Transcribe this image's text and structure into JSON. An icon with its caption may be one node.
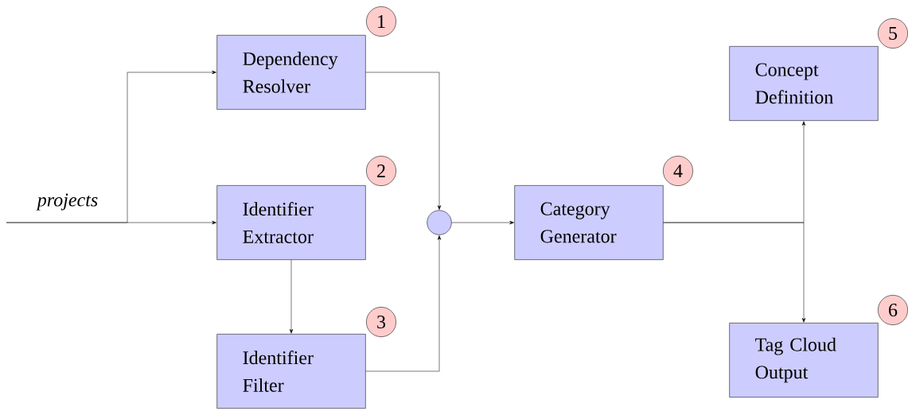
{
  "diagram": {
    "nodes": [
      {
        "text": [
          "Dependency Resolver"
        ]
      },
      {
        "text": [
          "Identifier Extractor"
        ]
      },
      {
        "text": [
          "Identifier Filter"
        ]
      },
      {
        "text": [],
        "shape": "circle"
      },
      {
        "text": [
          "Category Generator"
        ]
      },
      {
        "text": [
          "Concept Definition"
        ]
      },
      {
        "text": [
          "Tag Cloud Output"
        ]
      }
    ],
    "edges": [
      {
        "from": null,
        "to": 0,
        "arrow": "to"
      },
      {
        "from": null,
        "to": 1,
        "arrow": "to",
        "label": "*projects*"
      },
      {
        "from": 0,
        "to": 3,
        "arrow": "to"
      },
      {
        "from": 1,
        "to": 2,
        "arrow": "to"
      },
      {
        "from": 2,
        "to": 3,
        "arrow": "to"
      },
      {
        "from": 3,
        "to": 4,
        "arrow": "to"
      },
      {
        "from": 4,
        "to": 5,
        "arrow": "to"
      },
      {
        "from": 4,
        "to": 6,
        "arrow": "to"
      }
    ],
    "labels": [
      "1",
      "2",
      "3",
      "4",
      "5",
      "6"
    ]
  }
}
